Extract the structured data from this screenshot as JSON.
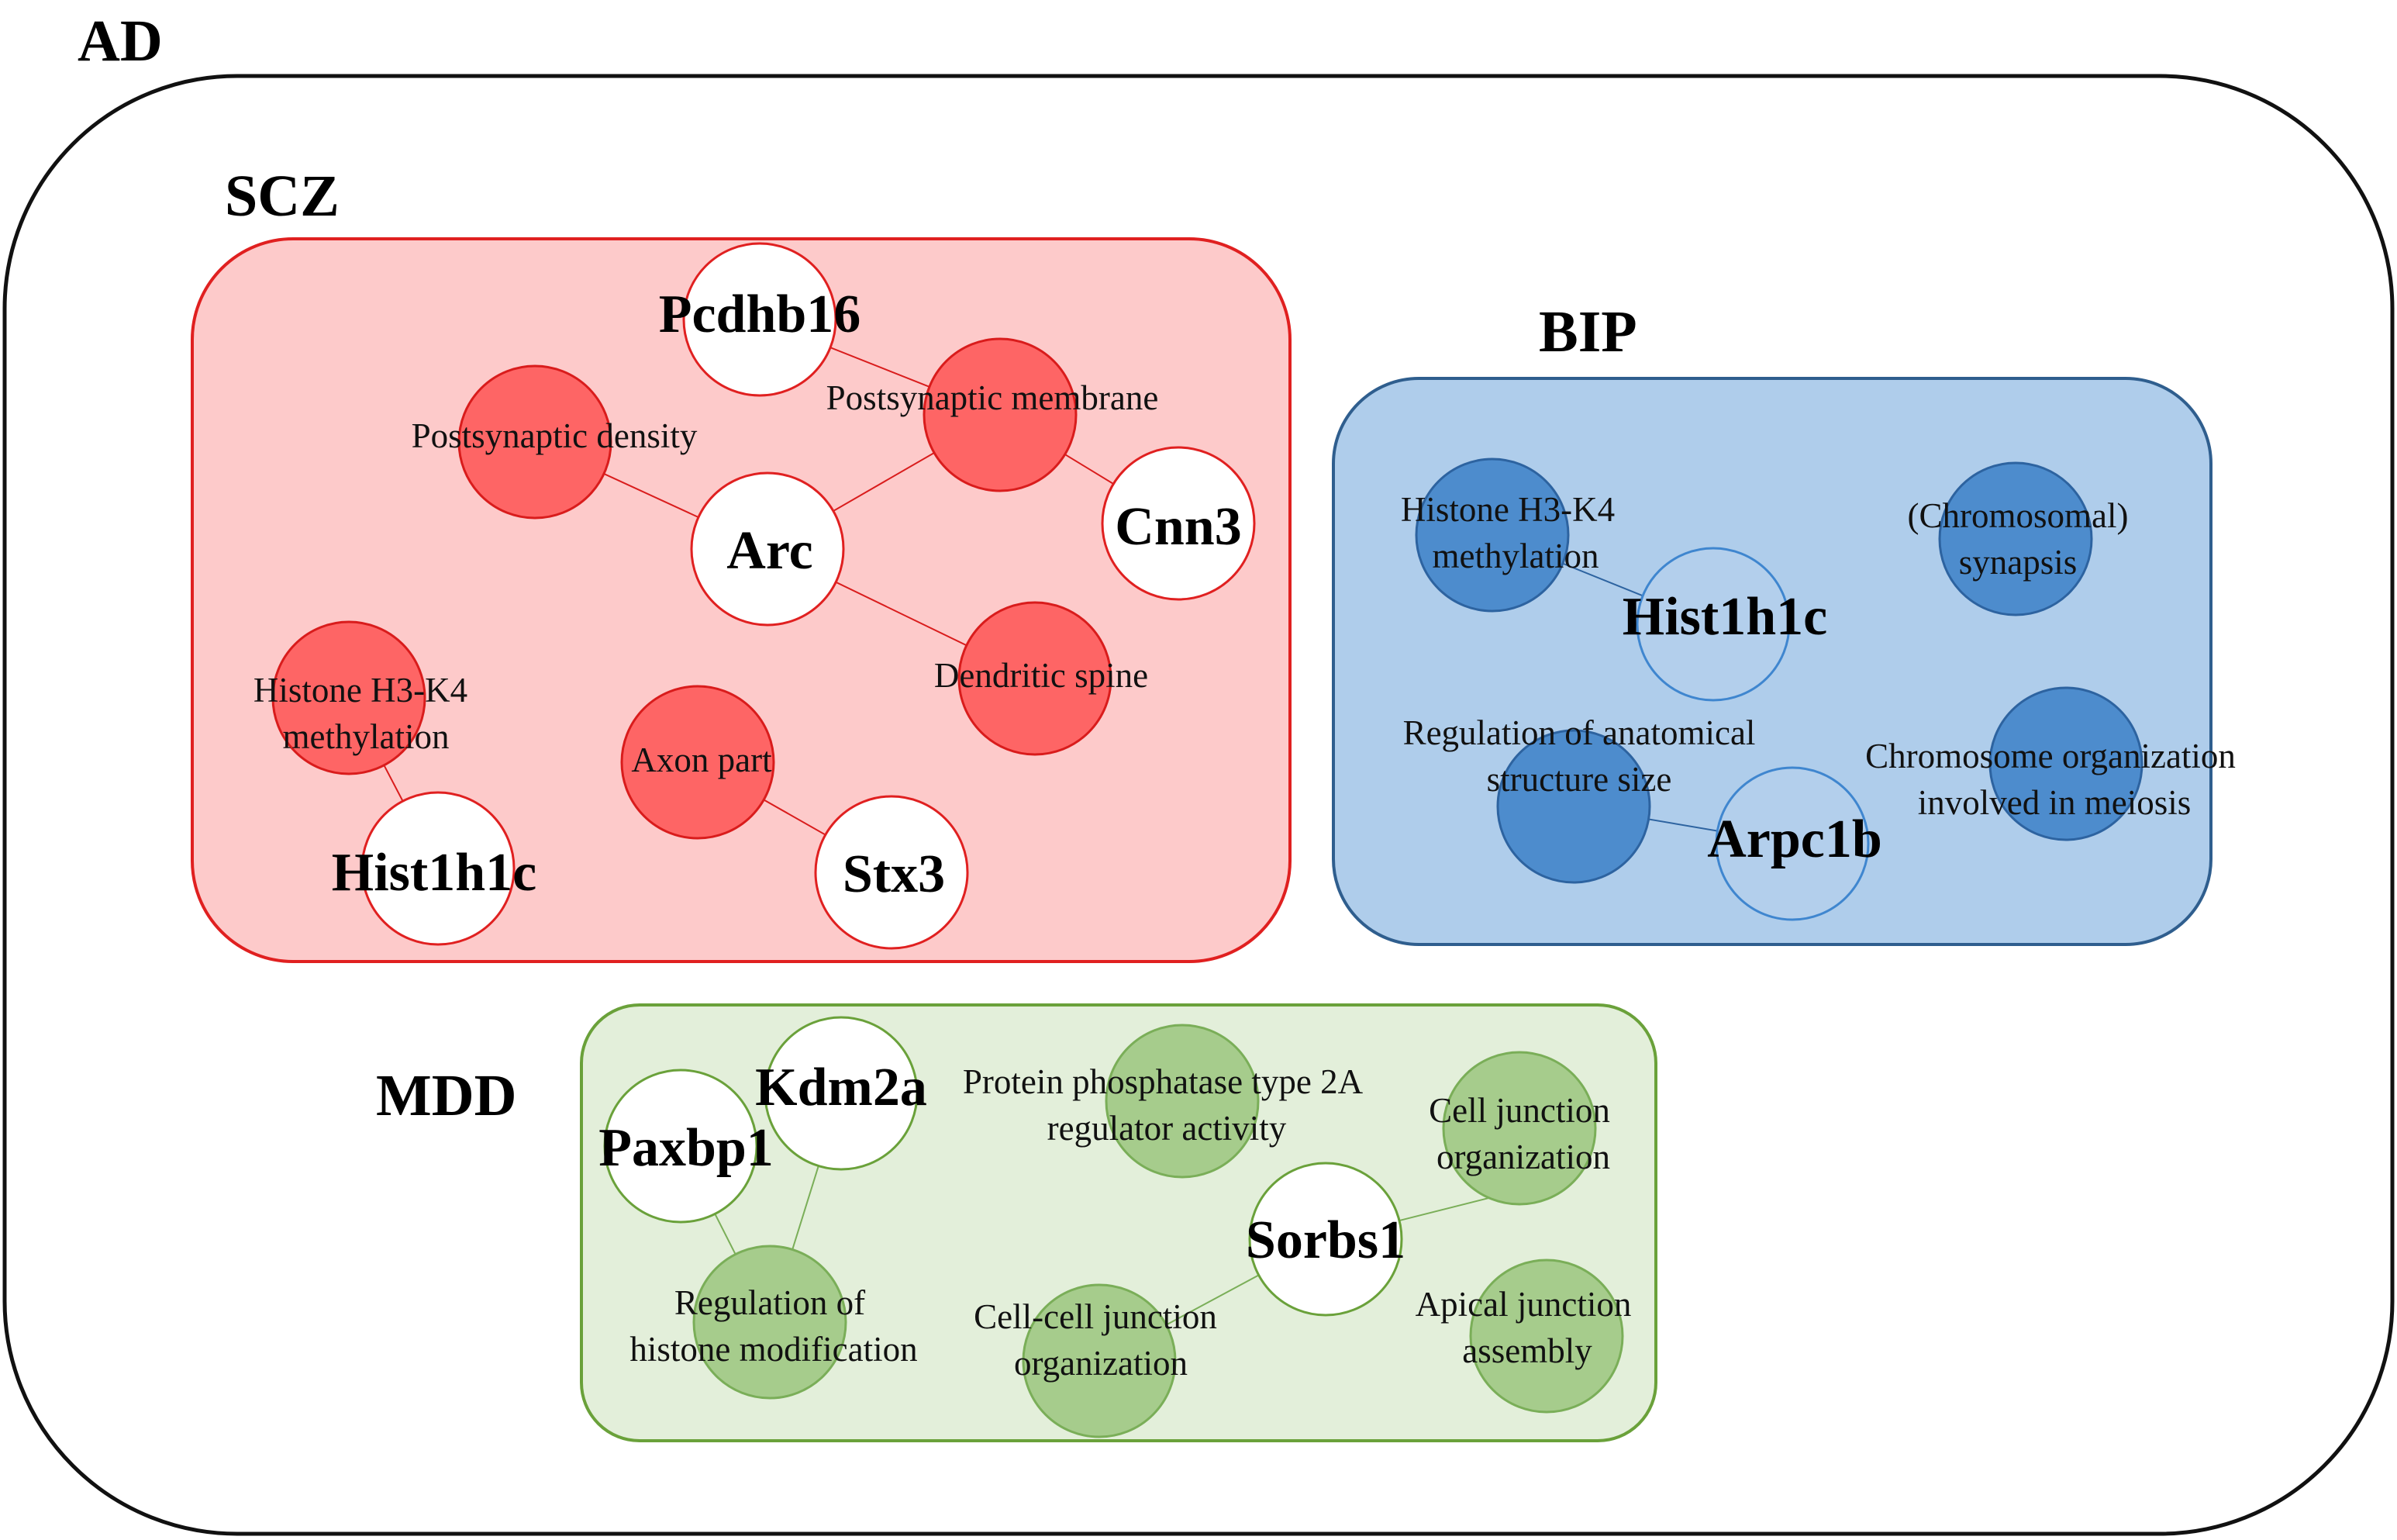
{
  "outer_group": {
    "label": "AD"
  },
  "groups": {
    "scz": {
      "label": "SCZ",
      "colors": {
        "fill": "#fdcaca",
        "stroke": "#e02020",
        "term_fill": "#fe6565",
        "term_stroke": "#d91c1c",
        "gene_fill": "#ffffff",
        "gene_stroke": "#e02020"
      },
      "genes": [
        "Pcdhb16",
        "Arc",
        "Cnn3",
        "Hist1h1c",
        "Stx3"
      ],
      "terms": [
        [
          "Postsynaptic density"
        ],
        [
          "Postsynaptic membrane"
        ],
        [
          "Dendritic spine"
        ],
        [
          "Histone H3-K4",
          "methylation"
        ],
        [
          "Axon part"
        ]
      ]
    },
    "bip": {
      "label": "BIP",
      "colors": {
        "fill": "#afcdeb",
        "stroke": "#2f5e8e",
        "term_fill": "#4d8ccd",
        "term_stroke": "#2d63a0",
        "gene_fill": "#b3cfec",
        "gene_stroke": "#3f86cf"
      },
      "genes": [
        "Hist1h1c",
        "Arpc1b"
      ],
      "terms": [
        [
          "Histone H3-K4",
          "methylation"
        ],
        [
          "(Chromosomal)",
          "synapsis"
        ],
        [
          "Regulation of anatomical",
          "structure size"
        ],
        [
          "Chromosome organization",
          "involved in meiosis"
        ]
      ]
    },
    "mdd": {
      "label": "MDD",
      "colors": {
        "fill": "#e3efda",
        "stroke": "#6aa13a",
        "term_fill": "#a6cc8c",
        "term_stroke": "#7aae58",
        "gene_fill": "#ffffff",
        "gene_stroke": "#6aa13a"
      },
      "genes": [
        "Kdm2a",
        "Paxbp1",
        "Sorbs1"
      ],
      "terms": [
        [
          "Protein phosphatase type 2A",
          "regulator activity"
        ],
        [
          "Cell junction",
          "organization"
        ],
        [
          "Regulation of",
          "histone modification"
        ],
        [
          "Cell-cell junction",
          "organization"
        ],
        [
          "Apical junction",
          "assembly"
        ]
      ]
    }
  }
}
